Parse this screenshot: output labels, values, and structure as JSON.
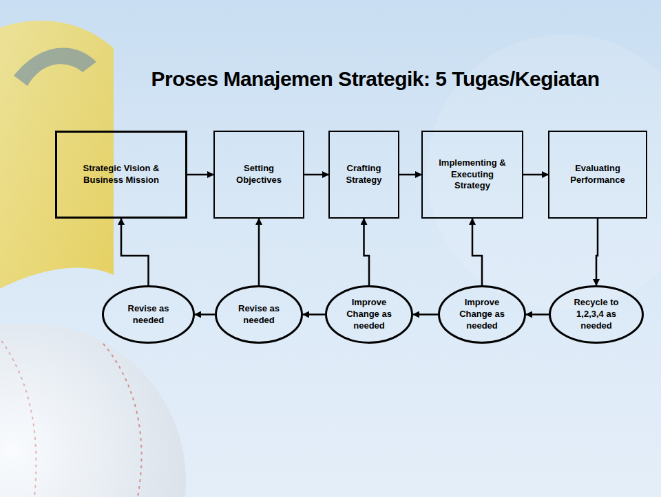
{
  "diagram": {
    "title": "Proses Manajemen Strategik: 5 Tugas/Kegiatan",
    "nodes": [
      {
        "text": [
          "Strategic Vision & Business Mission"
        ]
      },
      {
        "text": [
          "Setting Objectives"
        ]
      },
      {
        "text": [
          "Crafting Strategy"
        ]
      },
      {
        "text": [
          "Implementing & Executing Strategy"
        ]
      },
      {
        "text": [
          "Evaluating Performance"
        ]
      },
      {
        "text": [
          "Revise as needed"
        ]
      },
      {
        "text": [
          "Revise as needed"
        ]
      },
      {
        "text": [
          "Improve Change as needed"
        ]
      },
      {
        "text": [
          "Improve Change as needed"
        ]
      },
      {
        "text": [
          "Recycle to 1,2,3,4 as needed"
        ]
      }
    ],
    "edges": [
      {
        "from": 0,
        "to": 1,
        "arrow": "to"
      },
      {
        "from": 1,
        "to": 2,
        "arrow": "to"
      },
      {
        "from": 2,
        "to": 3,
        "arrow": "to"
      },
      {
        "from": 3,
        "to": 4,
        "arrow": "to"
      },
      {
        "from": 4,
        "to": 9,
        "arrow": "to"
      },
      {
        "from": 9,
        "to": 8,
        "arrow": "to"
      },
      {
        "from": 8,
        "to": 7,
        "arrow": "to"
      },
      {
        "from": 7,
        "to": 6,
        "arrow": "to"
      },
      {
        "from": 6,
        "to": 5,
        "arrow": "to"
      },
      {
        "from": 5,
        "to": 0,
        "arrow": "to"
      },
      {
        "from": 6,
        "to": 1,
        "arrow": "to"
      },
      {
        "from": 7,
        "to": 2,
        "arrow": "to"
      },
      {
        "from": 8,
        "to": 3,
        "arrow": "to"
      }
    ]
  }
}
